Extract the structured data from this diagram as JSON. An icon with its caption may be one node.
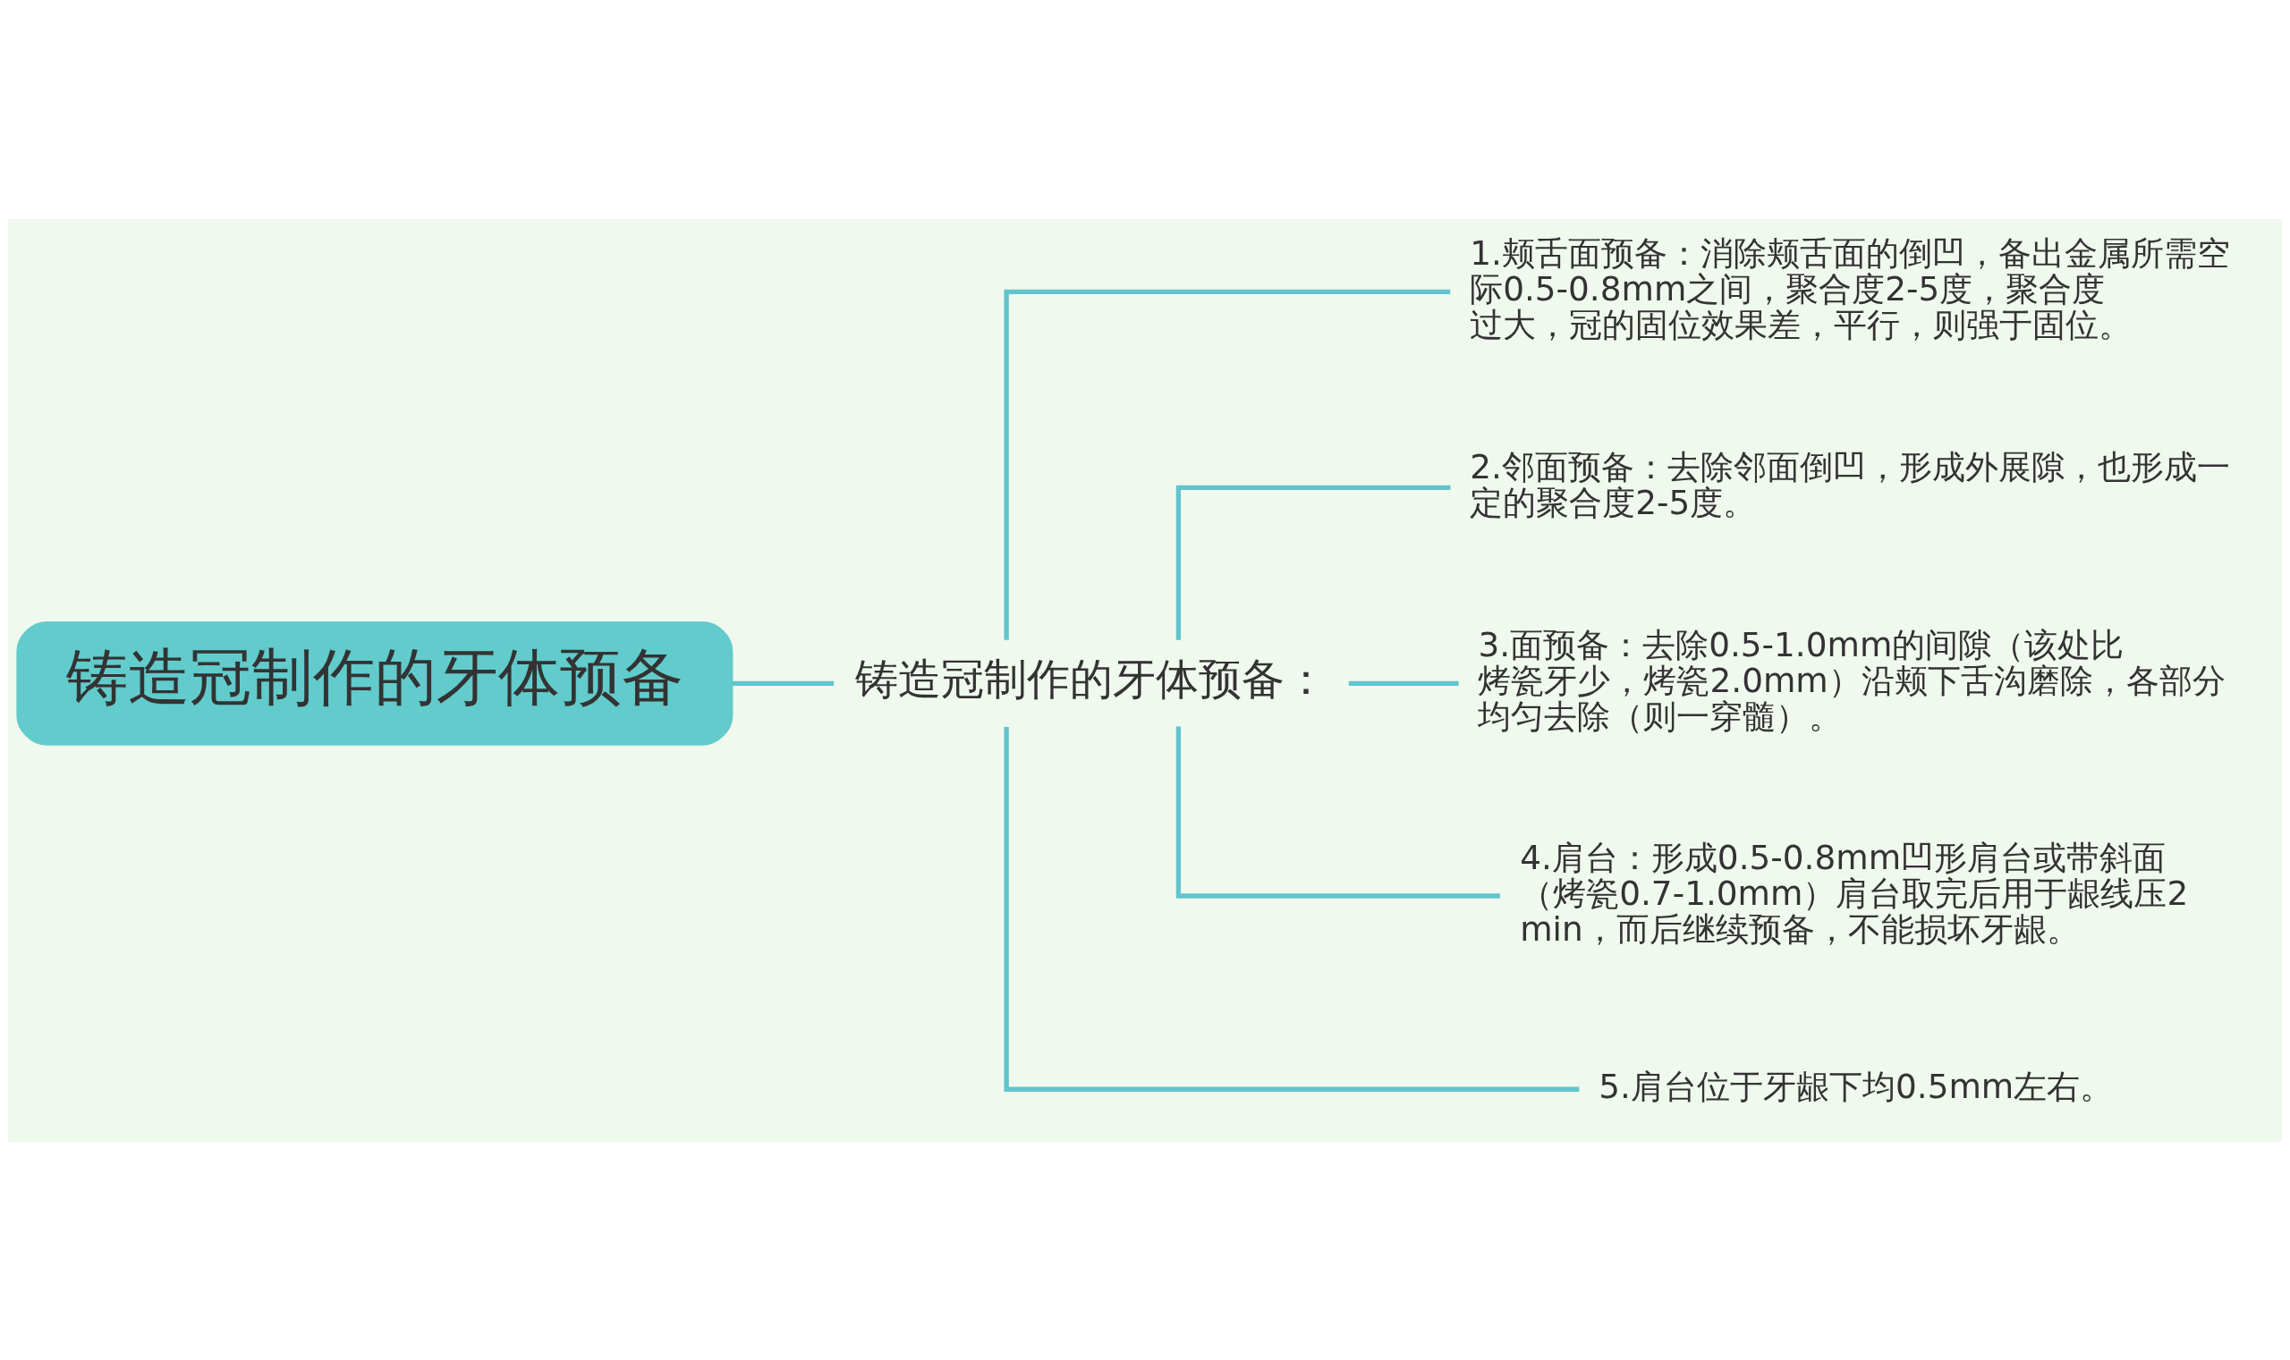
{
  "diagram": {
    "nodes": [
      {
        "text": [
          "铸造冠制作的牙体预备"
        ]
      },
      {
        "text": [
          "铸造冠制作的牙体预备："
        ]
      },
      {
        "text": [
          "1.颊舌面预备：消除颊舌面的倒凹，备出金属所需空际0.5-0.8mm之间，聚合度2-5度，聚合度过大，冠的固位效果差，平行，则强于固位。"
        ]
      },
      {
        "text": [
          "2.邻面预备：去除邻面倒凹，形成外展隙，也形成一定的聚合度2-5度。"
        ]
      },
      {
        "text": [
          "3.面预备：去除0.5-1.0mm的间隙（该处比烤瓷牙少，烤瓷2.0mm）沿颊下舌沟磨除，各部分均匀去除（则一穿髓）。"
        ]
      },
      {
        "text": [
          "4.肩台：形成0.5-0.8mm凹形肩台或带斜面（烤瓷0.7-1.0mm）肩台取完后用于龈线压2min，而后继续预备，不能损坏牙龈。"
        ]
      },
      {
        "text": [
          "5.肩台位于牙龈下均0.5mm左右。"
        ]
      }
    ],
    "edges": [
      {
        "from": 0,
        "to": 1,
        "arrow": "none"
      },
      {
        "from": 1,
        "to": 2,
        "arrow": "none"
      },
      {
        "from": 1,
        "to": 3,
        "arrow": "none"
      },
      {
        "from": 1,
        "to": 4,
        "arrow": "none"
      },
      {
        "from": 1,
        "to": 5,
        "arrow": "none"
      },
      {
        "from": 1,
        "to": 6,
        "arrow": "none"
      }
    ]
  }
}
